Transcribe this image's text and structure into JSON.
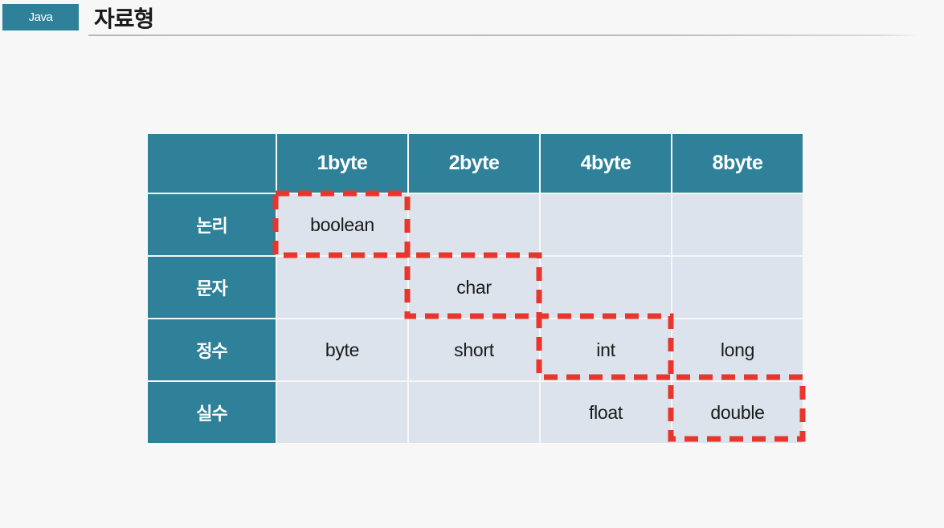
{
  "header": {
    "badge_label": "Java",
    "title": "자료형"
  },
  "table": {
    "corner_label": "",
    "column_headers": [
      "1byte",
      "2byte",
      "4byte",
      "8byte"
    ],
    "rows": [
      {
        "label": "논리",
        "cells": [
          "boolean",
          "",
          "",
          ""
        ]
      },
      {
        "label": "문자",
        "cells": [
          "",
          "char",
          "",
          ""
        ]
      },
      {
        "label": "정수",
        "cells": [
          "byte",
          "short",
          "int",
          "long"
        ]
      },
      {
        "label": "실수",
        "cells": [
          "",
          "",
          "float",
          "double"
        ]
      }
    ]
  },
  "highlight": {
    "color": "#e8362d",
    "style": "dashed",
    "cells": [
      "boolean",
      "char",
      "int",
      "double"
    ]
  },
  "colors": {
    "accent_teal": "#2e8199",
    "cell_blue": "#dce3ec",
    "page_background": "#f7f7f7",
    "highlight_red": "#e8362d"
  }
}
